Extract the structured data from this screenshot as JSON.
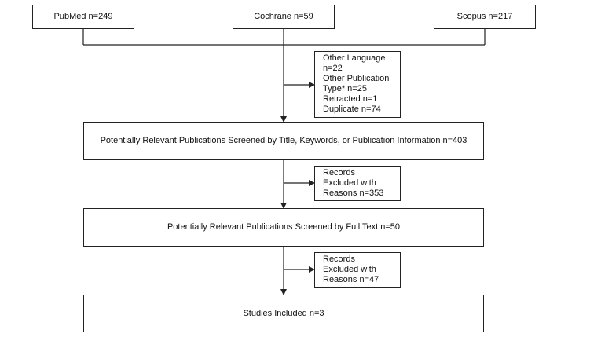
{
  "sources": {
    "pubmed": "PubMed n=249",
    "cochrane": "Cochrane n=59",
    "scopus": "Scopus n=217"
  },
  "exclusion_1": {
    "lines": [
      "Other Language",
      "n=22",
      "Other Publication",
      "Type* n=25",
      "Retracted n=1",
      "Duplicate n=74"
    ]
  },
  "screen_title": "Potentially Relevant Publications Screened by Title, Keywords, or Publication Information n=403",
  "exclusion_2": {
    "lines": [
      "Records",
      "Excluded with",
      "Reasons n=353"
    ]
  },
  "screen_fulltext": "Potentially Relevant Publications Screened by Full Text n=50",
  "exclusion_3": {
    "lines": [
      "Records",
      "Excluded with",
      "Reasons n=47"
    ]
  },
  "included": "Studies Included n=3",
  "colors": {
    "line": "#222222",
    "background": "#ffffff"
  }
}
